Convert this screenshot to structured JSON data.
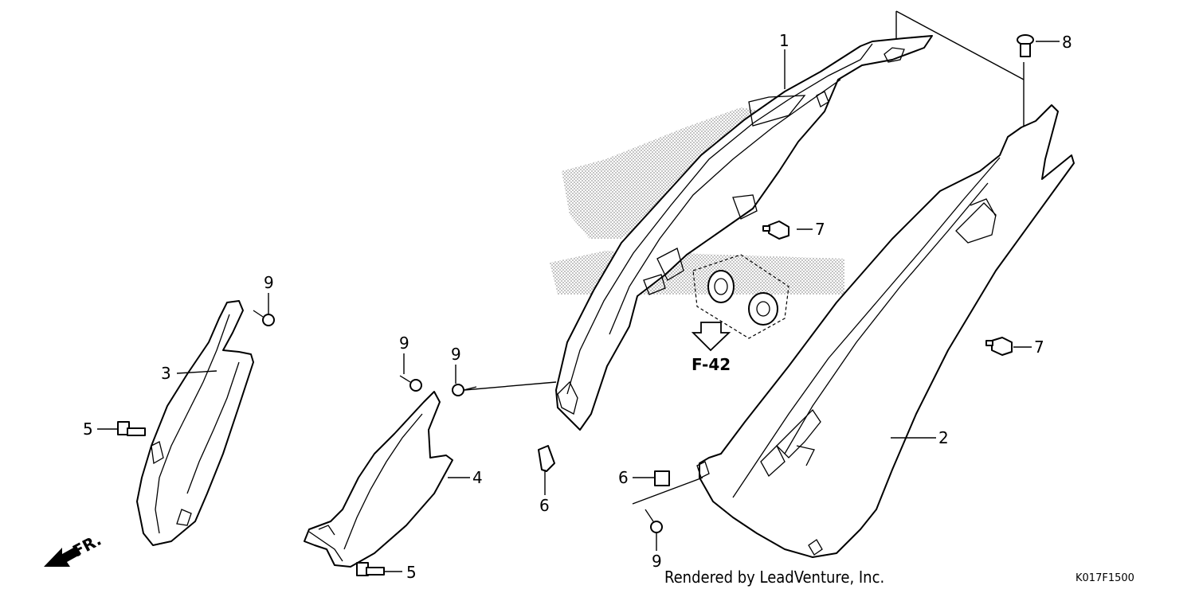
{
  "callouts": [
    {
      "id": "c1",
      "text": "1"
    },
    {
      "id": "c2",
      "text": "2"
    },
    {
      "id": "c3",
      "text": "3"
    },
    {
      "id": "c4",
      "text": "4"
    },
    {
      "id": "c5a",
      "text": "5"
    },
    {
      "id": "c5b",
      "text": "5"
    },
    {
      "id": "c6a",
      "text": "6"
    },
    {
      "id": "c6b",
      "text": "6"
    },
    {
      "id": "c7a",
      "text": "7"
    },
    {
      "id": "c7b",
      "text": "7"
    },
    {
      "id": "c8",
      "text": "8"
    },
    {
      "id": "c9a",
      "text": "9"
    },
    {
      "id": "c9b",
      "text": "9"
    },
    {
      "id": "c9c",
      "text": "9"
    },
    {
      "id": "c9d",
      "text": "9"
    }
  ],
  "reference": "F-42",
  "direction": "FR.",
  "footer": {
    "credit": "Rendered by LeadVenture, Inc.",
    "code": "K017F1500"
  }
}
